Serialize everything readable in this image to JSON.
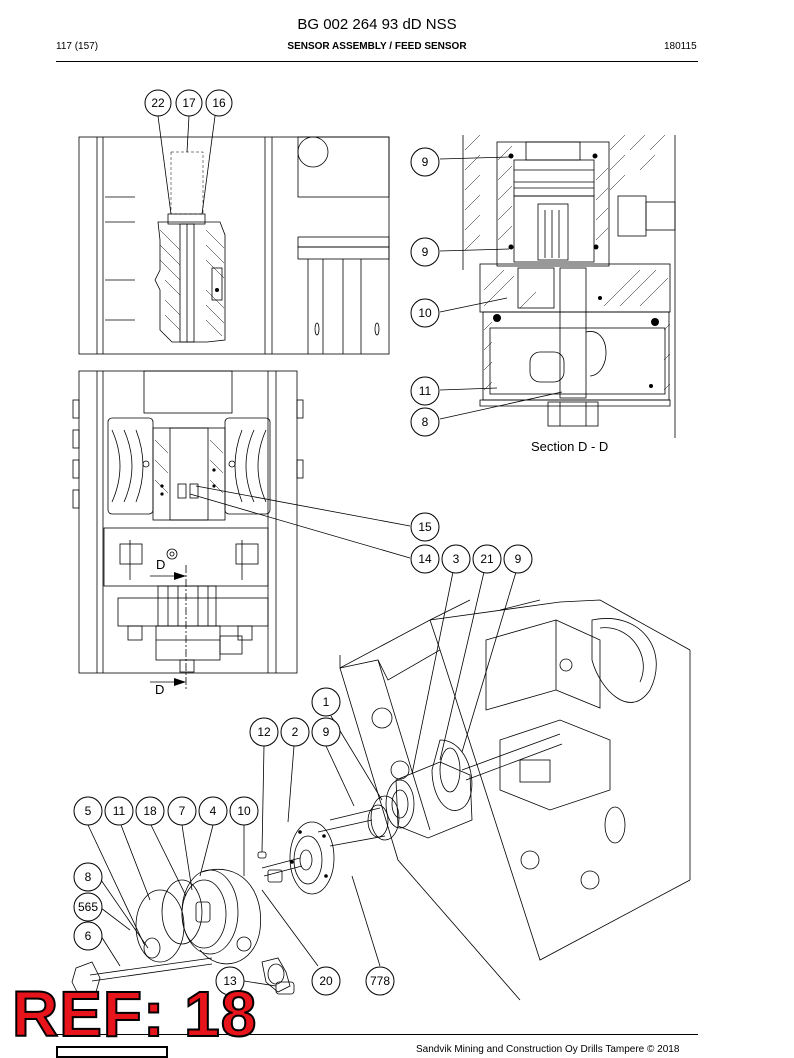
{
  "header": {
    "doc_code": "BG 002 264 93 dD NSS",
    "page": "117 (157)",
    "title_part1": "SENSOR ASSEMBLY",
    "title_sep": " / ",
    "title_part2": "FEED SENSOR",
    "date_code": "180115"
  },
  "section_label": "Section D - D",
  "view_marker": "D",
  "callouts": {
    "c22": "22",
    "c17": "17",
    "c16": "16",
    "s9a": "9",
    "s9b": "9",
    "s10": "10",
    "s11": "11",
    "s8": "8",
    "c15": "15",
    "c14": "14",
    "c3": "3",
    "c21": "21",
    "c9a": "9",
    "c1": "1",
    "c12": "12",
    "c2": "2",
    "c9b": "9",
    "c5": "5",
    "c11": "11",
    "c18": "18",
    "c7": "7",
    "c4": "4",
    "c10": "10",
    "c8": "8",
    "c565": "565",
    "c6": "6",
    "c13": "13",
    "c20": "20",
    "c778": "778"
  },
  "stamp": "REF: 18",
  "footer": "Sandvik Mining and Construction Oy Drills Tampere © 2018"
}
